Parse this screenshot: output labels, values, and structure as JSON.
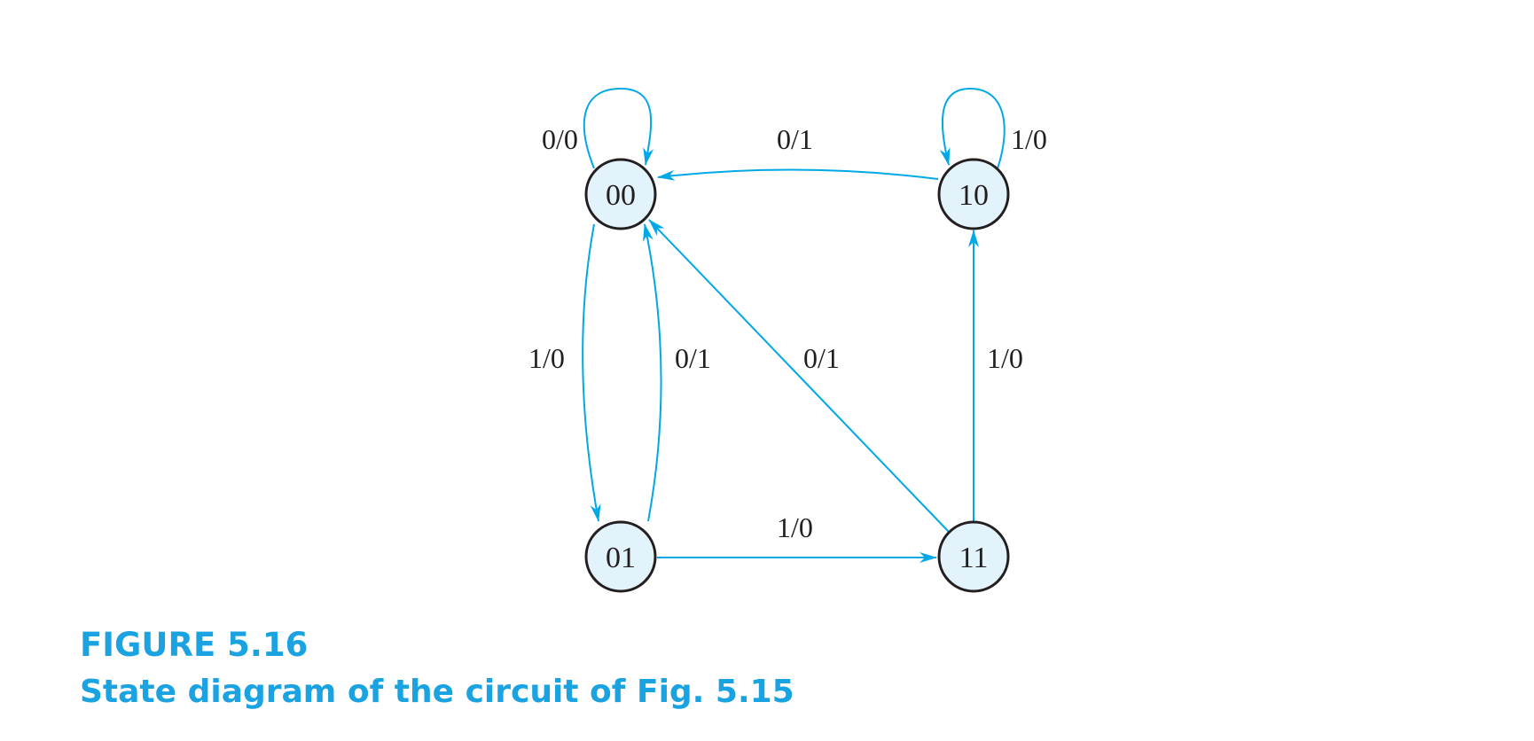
{
  "figure": {
    "number": "FIGURE 5.16",
    "title": "State diagram of the circuit of Fig. 5.15"
  },
  "states": {
    "s00": "00",
    "s01": "01",
    "s10": "10",
    "s11": "11"
  },
  "transitions": [
    {
      "from": "00",
      "to": "00",
      "label": "0/0"
    },
    {
      "from": "10",
      "to": "00",
      "label": "0/1"
    },
    {
      "from": "10",
      "to": "10",
      "label": "1/0"
    },
    {
      "from": "00",
      "to": "01",
      "label": "1/0"
    },
    {
      "from": "01",
      "to": "00",
      "label": "0/1"
    },
    {
      "from": "11",
      "to": "00",
      "label": "0/1"
    },
    {
      "from": "11",
      "to": "10",
      "label": "1/0"
    },
    {
      "from": "01",
      "to": "11",
      "label": "1/0"
    }
  ],
  "colors": {
    "edge": "#00a8e6",
    "caption": "#1aa3e0",
    "state_fill": "#e3f3fb",
    "state_stroke": "#231f20"
  }
}
